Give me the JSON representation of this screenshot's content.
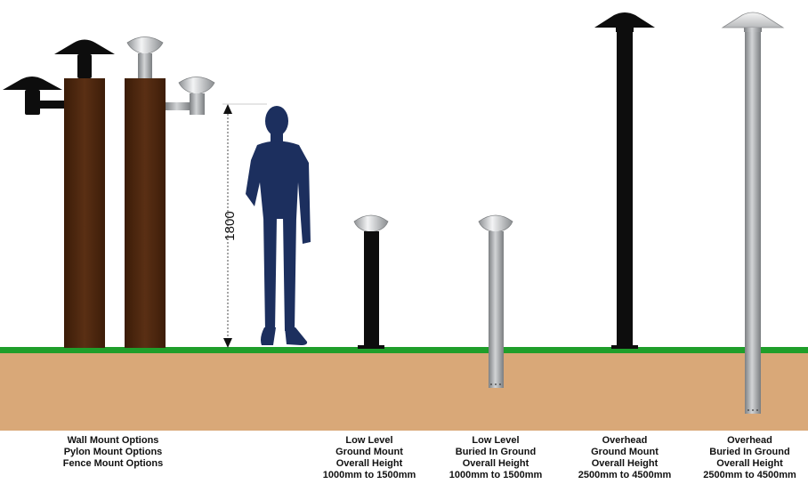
{
  "colors": {
    "sky": "#ffffff",
    "grass": "#1f9e2a",
    "soil": "#d9a878",
    "timber": "#4e2810",
    "black_fitting": "#0d0d0d",
    "silver_fitting": "#a9abad",
    "person": "#1c2f5e"
  },
  "dimension": {
    "label": "1800"
  },
  "captions": [
    {
      "id": "mount-options",
      "lines": [
        "Wall Mount Options",
        "Pylon Mount Options",
        "Fence Mount Options"
      ]
    },
    {
      "id": "low-ground",
      "lines": [
        "Low Level",
        "Ground Mount",
        "Overall Height",
        "1000mm to 1500mm"
      ]
    },
    {
      "id": "low-buried",
      "lines": [
        "Low Level",
        "Buried In Ground",
        "Overall Height",
        "1000mm to 1500mm"
      ]
    },
    {
      "id": "overhead-ground",
      "lines": [
        "Overhead",
        "Ground Mount",
        "Overall Height",
        "2500mm to 4500mm"
      ]
    },
    {
      "id": "overhead-buried",
      "lines": [
        "Overhead",
        "Buried In Ground",
        "Overall Height",
        "2500mm to 4500mm"
      ]
    }
  ]
}
